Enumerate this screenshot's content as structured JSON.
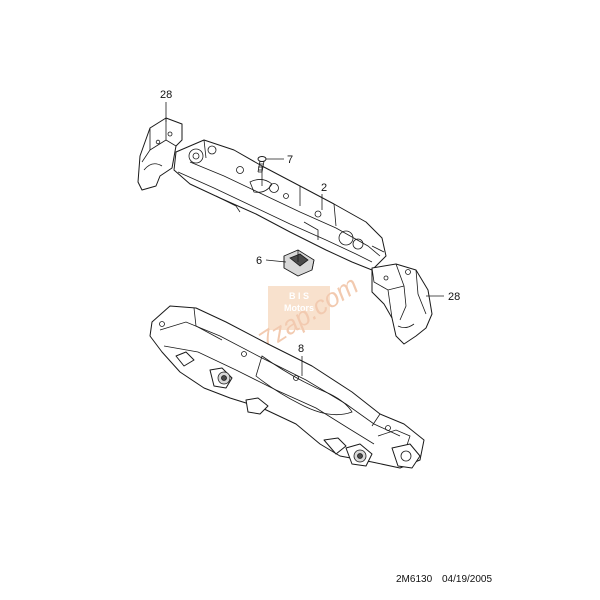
{
  "callouts": {
    "part_28_top": "28",
    "part_7": "7",
    "part_2": "2",
    "part_6": "6",
    "part_28_right": "28",
    "part_8": "8"
  },
  "watermark": {
    "text": "7zap.com",
    "badge_line1": "B I S",
    "badge_line2": "Motors",
    "color": "#e8a070"
  },
  "footer": {
    "code": "2M6130",
    "date": "04/19/2005"
  }
}
